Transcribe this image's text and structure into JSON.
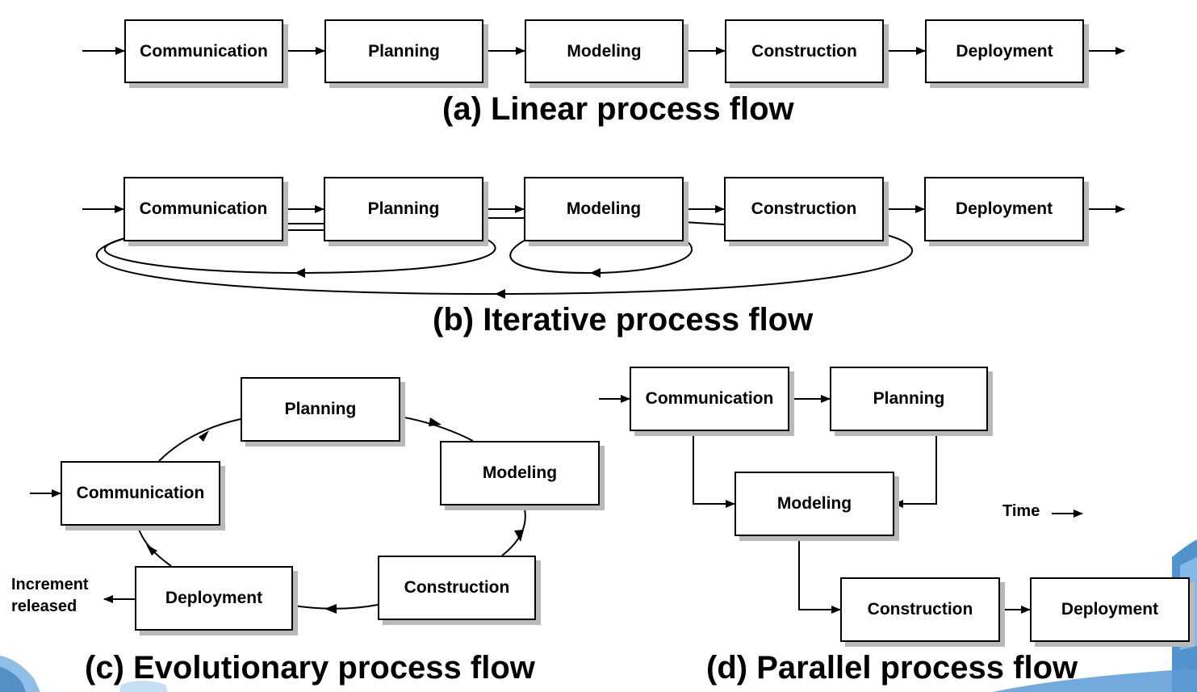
{
  "linear": {
    "steps": [
      "Communication",
      "Planning",
      "Modeling",
      "Construction",
      "Deployment"
    ],
    "caption": "(a) Linear process flow"
  },
  "iterative": {
    "steps": [
      "Communication",
      "Planning",
      "Modeling",
      "Construction",
      "Deployment"
    ],
    "caption": "(b) Iterative process flow"
  },
  "evolutionary": {
    "steps": [
      "Communication",
      "Planning",
      "Modeling",
      "Construction",
      "Deployment"
    ],
    "output_label_line1": "Increment",
    "output_label_line2": "released",
    "caption": "(c) Evolutionary process flow"
  },
  "parallel": {
    "steps": [
      "Communication",
      "Planning",
      "Modeling",
      "Construction",
      "Deployment"
    ],
    "time_label": "Time",
    "caption": "(d) Parallel process flow"
  },
  "colors": {
    "box_border": "#000000",
    "box_shadow": "#b9b9b9",
    "decoration": "#3f86c8"
  }
}
